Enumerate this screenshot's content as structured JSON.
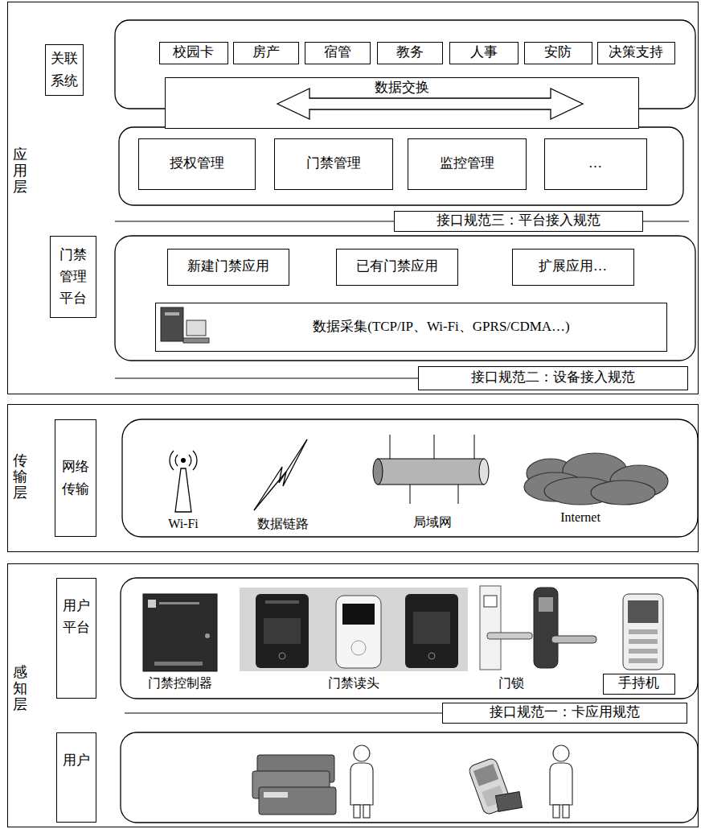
{
  "diagram": {
    "nodes": [
      {
        "text": [
          "应用层"
        ]
      },
      {
        "text": [
          "关联系统"
        ],
        "in": 0
      },
      {
        "text": [
          "校园卡"
        ],
        "in": 0
      },
      {
        "text": [
          "房产"
        ],
        "in": 0
      },
      {
        "text": [
          "宿管"
        ],
        "in": 0
      },
      {
        "text": [
          "教务"
        ],
        "in": 0
      },
      {
        "text": [
          "人事"
        ],
        "in": 0
      },
      {
        "text": [
          "安防"
        ],
        "in": 0
      },
      {
        "text": [
          "决策支持"
        ],
        "in": 0
      },
      {
        "text": [
          "数据交换"
        ],
        "in": 0
      },
      {
        "text": [
          "授权管理"
        ],
        "in": 0
      },
      {
        "text": [
          "门禁管理"
        ],
        "in": 0
      },
      {
        "text": [
          "监控管理"
        ],
        "in": 0
      },
      {
        "text": [
          "…"
        ],
        "in": 0
      },
      {
        "text": [
          "接口规范三：平台接入规范"
        ],
        "in": 0
      },
      {
        "text": [
          "门禁管理平台"
        ],
        "in": 0
      },
      {
        "text": [
          "新建门禁应用"
        ],
        "in": 0
      },
      {
        "text": [
          "已有门禁应用"
        ],
        "in": 0
      },
      {
        "text": [
          "扩展应用…"
        ],
        "in": 0
      },
      {
        "text": [
          "数据采集(TCP/IP、Wi-Fi、GPRS/CDMA…)"
        ],
        "in": 0
      },
      {
        "text": [
          "接口规范二：设备接入规范"
        ],
        "in": 0
      },
      {
        "text": [
          "传输层"
        ]
      },
      {
        "text": [
          "网络传输"
        ],
        "in": 21
      },
      {
        "text": [
          "感知层"
        ]
      },
      {
        "text": [
          "用户平台"
        ],
        "in": 23
      },
      {
        "text": [
          "手持机"
        ],
        "in": 23
      },
      {
        "text": [
          "接口规范一：卡应用规范"
        ],
        "in": 23
      },
      {
        "text": [
          "用户"
        ],
        "in": 23
      }
    ],
    "labels": [
      "Wi-Fi",
      "数据链路",
      "局域网",
      "Internet",
      "门禁控制器",
      "门禁读头",
      "门锁"
    ]
  }
}
